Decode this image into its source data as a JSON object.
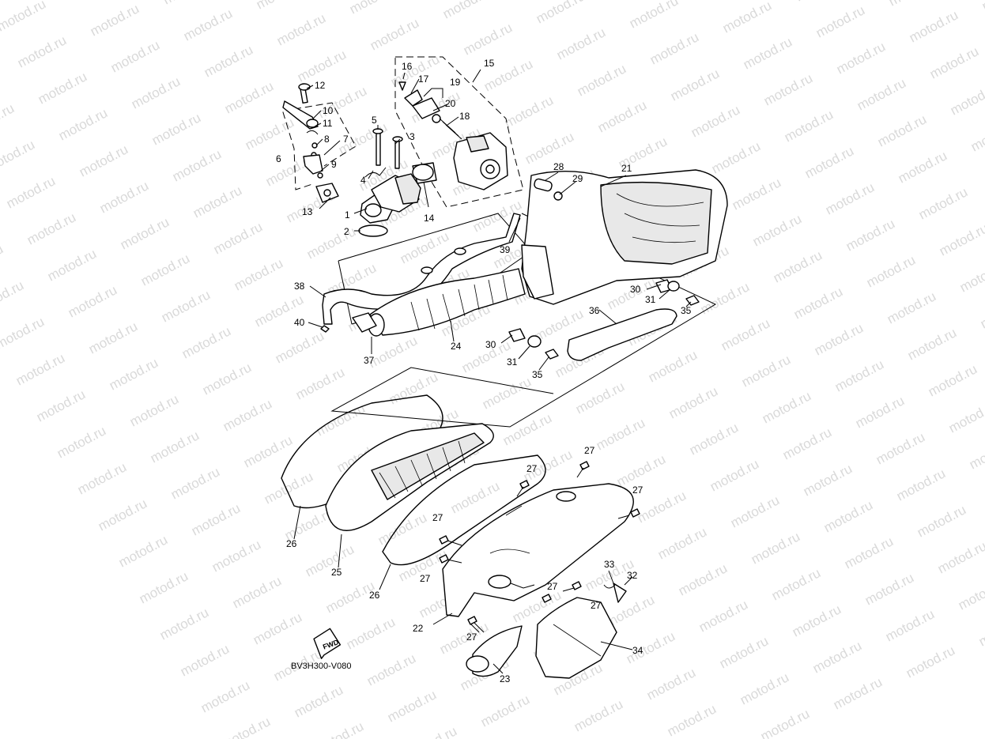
{
  "watermark_text": "motod.ru",
  "diagram_code": "BV3H300-V080",
  "fwd_label": "FWD",
  "part_labels": [
    {
      "id": "p1",
      "text": "1"
    },
    {
      "id": "p2",
      "text": "2"
    },
    {
      "id": "p3",
      "text": "3"
    },
    {
      "id": "p4",
      "text": "4"
    },
    {
      "id": "p5",
      "text": "5"
    },
    {
      "id": "p6",
      "text": "6"
    },
    {
      "id": "p7",
      "text": "7"
    },
    {
      "id": "p8",
      "text": "8"
    },
    {
      "id": "p9",
      "text": "9"
    },
    {
      "id": "p10",
      "text": "10"
    },
    {
      "id": "p11",
      "text": "11"
    },
    {
      "id": "p12",
      "text": "12"
    },
    {
      "id": "p13",
      "text": "13"
    },
    {
      "id": "p14",
      "text": "14"
    },
    {
      "id": "p15",
      "text": "15"
    },
    {
      "id": "p16",
      "text": "16"
    },
    {
      "id": "p17",
      "text": "17"
    },
    {
      "id": "p18",
      "text": "18"
    },
    {
      "id": "p19",
      "text": "19"
    },
    {
      "id": "p20",
      "text": "20"
    },
    {
      "id": "p21",
      "text": "21"
    },
    {
      "id": "p22",
      "text": "22"
    },
    {
      "id": "p23",
      "text": "23"
    },
    {
      "id": "p24",
      "text": "24"
    },
    {
      "id": "p25",
      "text": "25"
    },
    {
      "id": "p26a",
      "text": "26"
    },
    {
      "id": "p26b",
      "text": "26"
    },
    {
      "id": "p27a",
      "text": "27"
    },
    {
      "id": "p27b",
      "text": "27"
    },
    {
      "id": "p27c",
      "text": "27"
    },
    {
      "id": "p27d",
      "text": "27"
    },
    {
      "id": "p27e",
      "text": "27"
    },
    {
      "id": "p27f",
      "text": "27"
    },
    {
      "id": "p27g",
      "text": "27"
    },
    {
      "id": "p27h",
      "text": "27"
    },
    {
      "id": "p28",
      "text": "28"
    },
    {
      "id": "p29",
      "text": "29"
    },
    {
      "id": "p30a",
      "text": "30"
    },
    {
      "id": "p30b",
      "text": "30"
    },
    {
      "id": "p31a",
      "text": "31"
    },
    {
      "id": "p31b",
      "text": "31"
    },
    {
      "id": "p32",
      "text": "32"
    },
    {
      "id": "p33",
      "text": "33"
    },
    {
      "id": "p34",
      "text": "34"
    },
    {
      "id": "p35a",
      "text": "35"
    },
    {
      "id": "p35b",
      "text": "35"
    },
    {
      "id": "p36",
      "text": "36"
    },
    {
      "id": "p37",
      "text": "37"
    },
    {
      "id": "p38",
      "text": "38"
    },
    {
      "id": "p39",
      "text": "39"
    },
    {
      "id": "p40",
      "text": "40"
    }
  ]
}
